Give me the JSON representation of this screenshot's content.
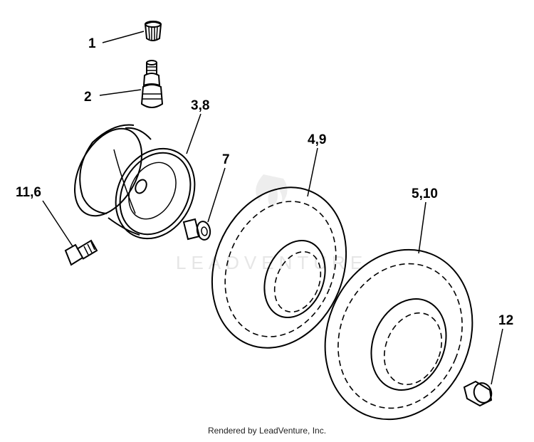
{
  "diagram": {
    "watermark": "LEADVENTURE",
    "callouts": [
      {
        "id": "valve-cap",
        "label": "1"
      },
      {
        "id": "valve-stem",
        "label": "2"
      },
      {
        "id": "rim",
        "label": "3,8"
      },
      {
        "id": "bushing",
        "label": "7"
      },
      {
        "id": "tire-front",
        "label": "4,9"
      },
      {
        "id": "tire-rear",
        "label": "5,10"
      },
      {
        "id": "bolt",
        "label": "11,6"
      },
      {
        "id": "cap",
        "label": "12"
      }
    ]
  },
  "footer": {
    "text": "Rendered by LeadVenture, Inc."
  }
}
